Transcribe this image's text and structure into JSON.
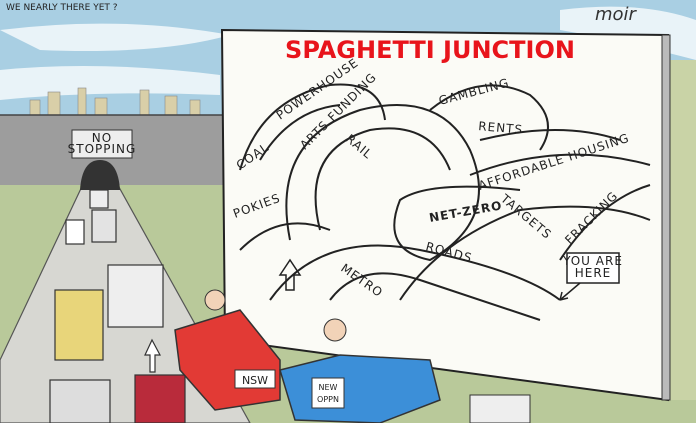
{
  "caption": "WE NEARLY THERE YET ?",
  "signature": "moir",
  "billboard": {
    "title": "SPAGHETTI JUNCTION",
    "title_color": "#e8141b",
    "labels": {
      "powerhouse": "POWERHOUSE",
      "gambling": "GAMBLING",
      "arts_funding": "ARTS FUNDING",
      "rents": "RENTS",
      "coal": "COAL",
      "rail": "RAIL",
      "affordable_housing": "AFFORDABLE HOUSING",
      "pokies": "POKIES",
      "net_zero": "NET-ZERO",
      "targets": "TARGETS",
      "fracking": "FRACKING",
      "roads": "ROADS",
      "metro": "METRO",
      "you_are_here": [
        "YOU ARE",
        "HERE"
      ]
    }
  },
  "tunnel_sign": [
    "NO",
    "STOPPING"
  ],
  "cars": {
    "red_car_plate": "NSW",
    "blue_car_plate": [
      "NEW",
      "OPPN"
    ]
  },
  "colors": {
    "sky": "#a9cfe3",
    "grass": "#b9c99a",
    "road": "#d7d7d2",
    "red_car": "#e23a35",
    "blue_car": "#3c8fd8"
  }
}
